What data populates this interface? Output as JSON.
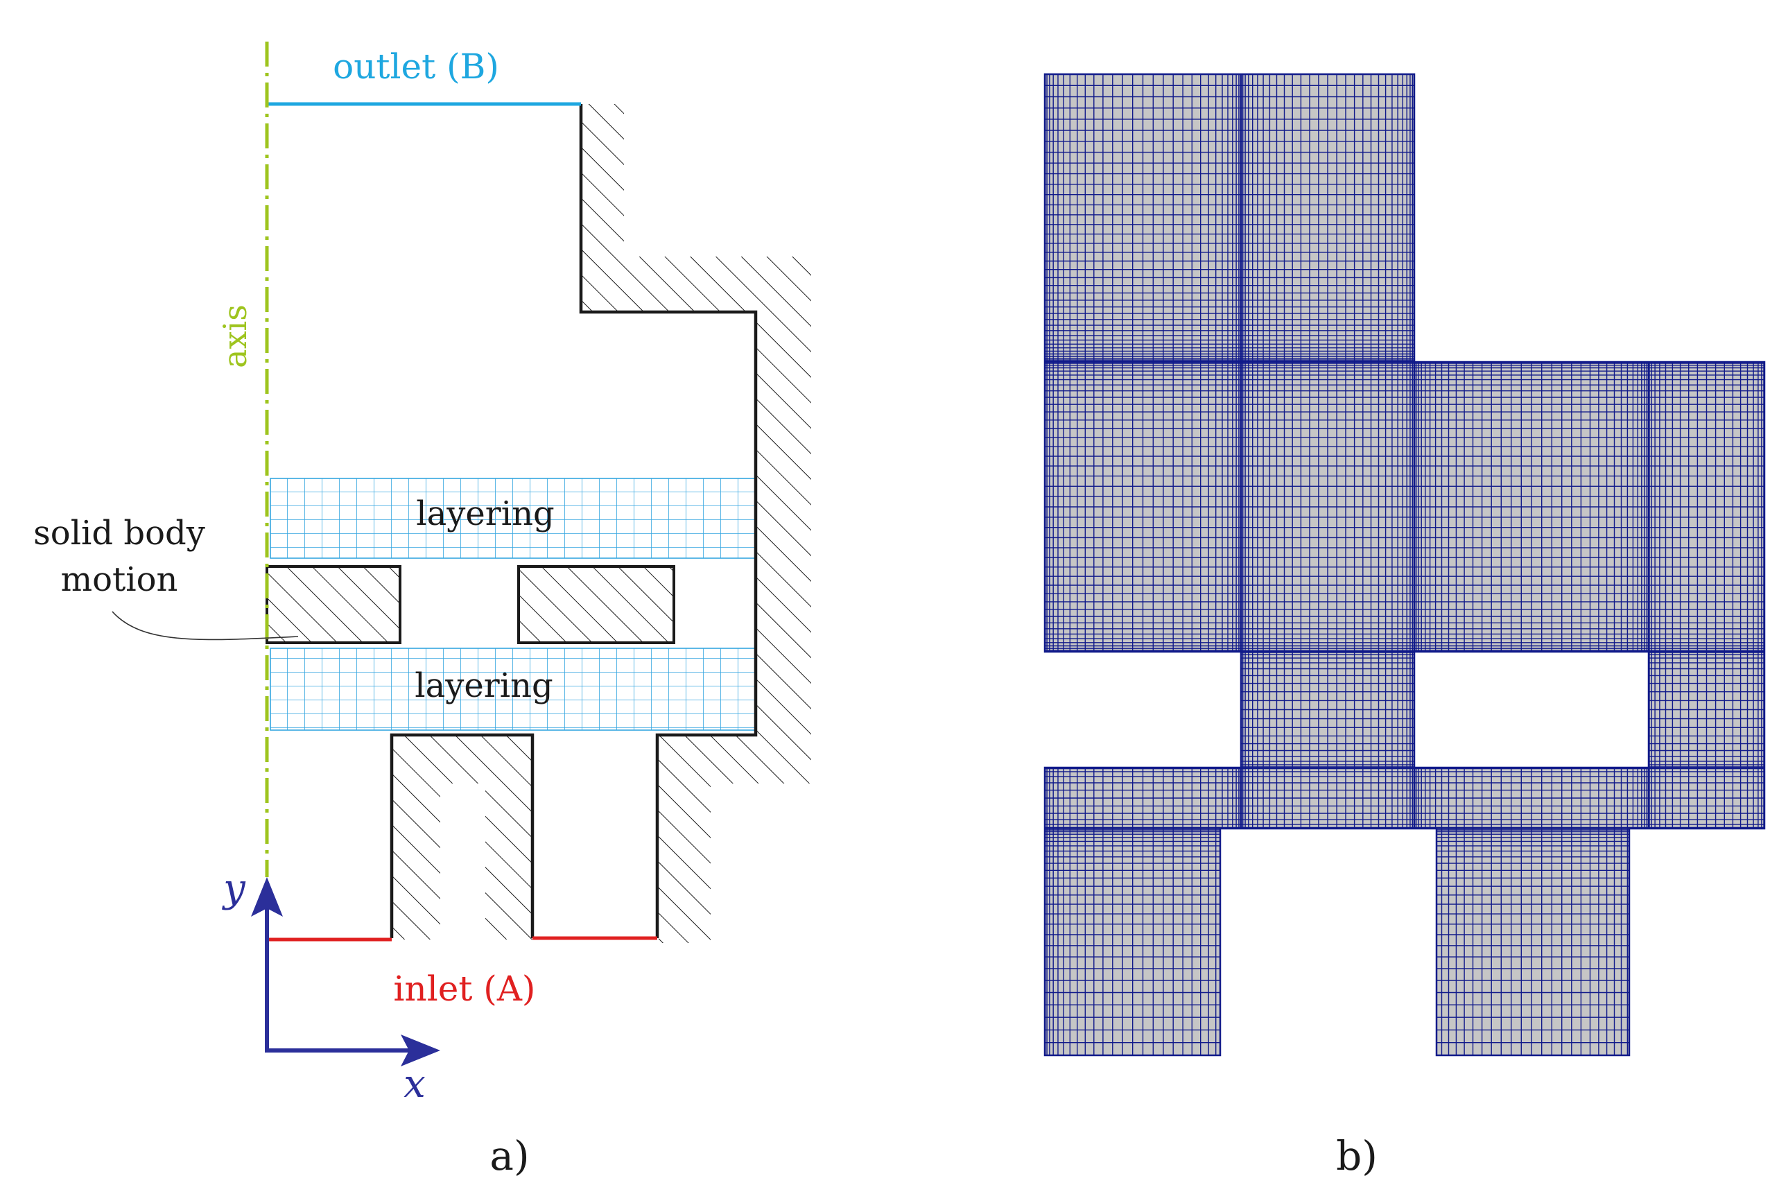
{
  "panel_a": {
    "caption": "a)",
    "labels": {
      "outlet": "outlet (B)",
      "inlet": "inlet (A)",
      "axis": "axis",
      "layering_top": "layering",
      "layering_bottom": "layering",
      "solid_body_line1": "solid body",
      "solid_body_line2": "motion",
      "y_axis": "y",
      "x_axis": "x"
    }
  },
  "panel_b": {
    "caption": "b)"
  },
  "colors": {
    "outlet": "#1ea7e0",
    "inlet": "#e02020",
    "axis": "#9ec41e",
    "layering_grid": "#35a6e0",
    "coordinate_arrows": "#2b2f9a",
    "mesh_lines": "#111a8a",
    "mesh_fill": "#c6c6c6",
    "walls": "#1a1a1a"
  }
}
